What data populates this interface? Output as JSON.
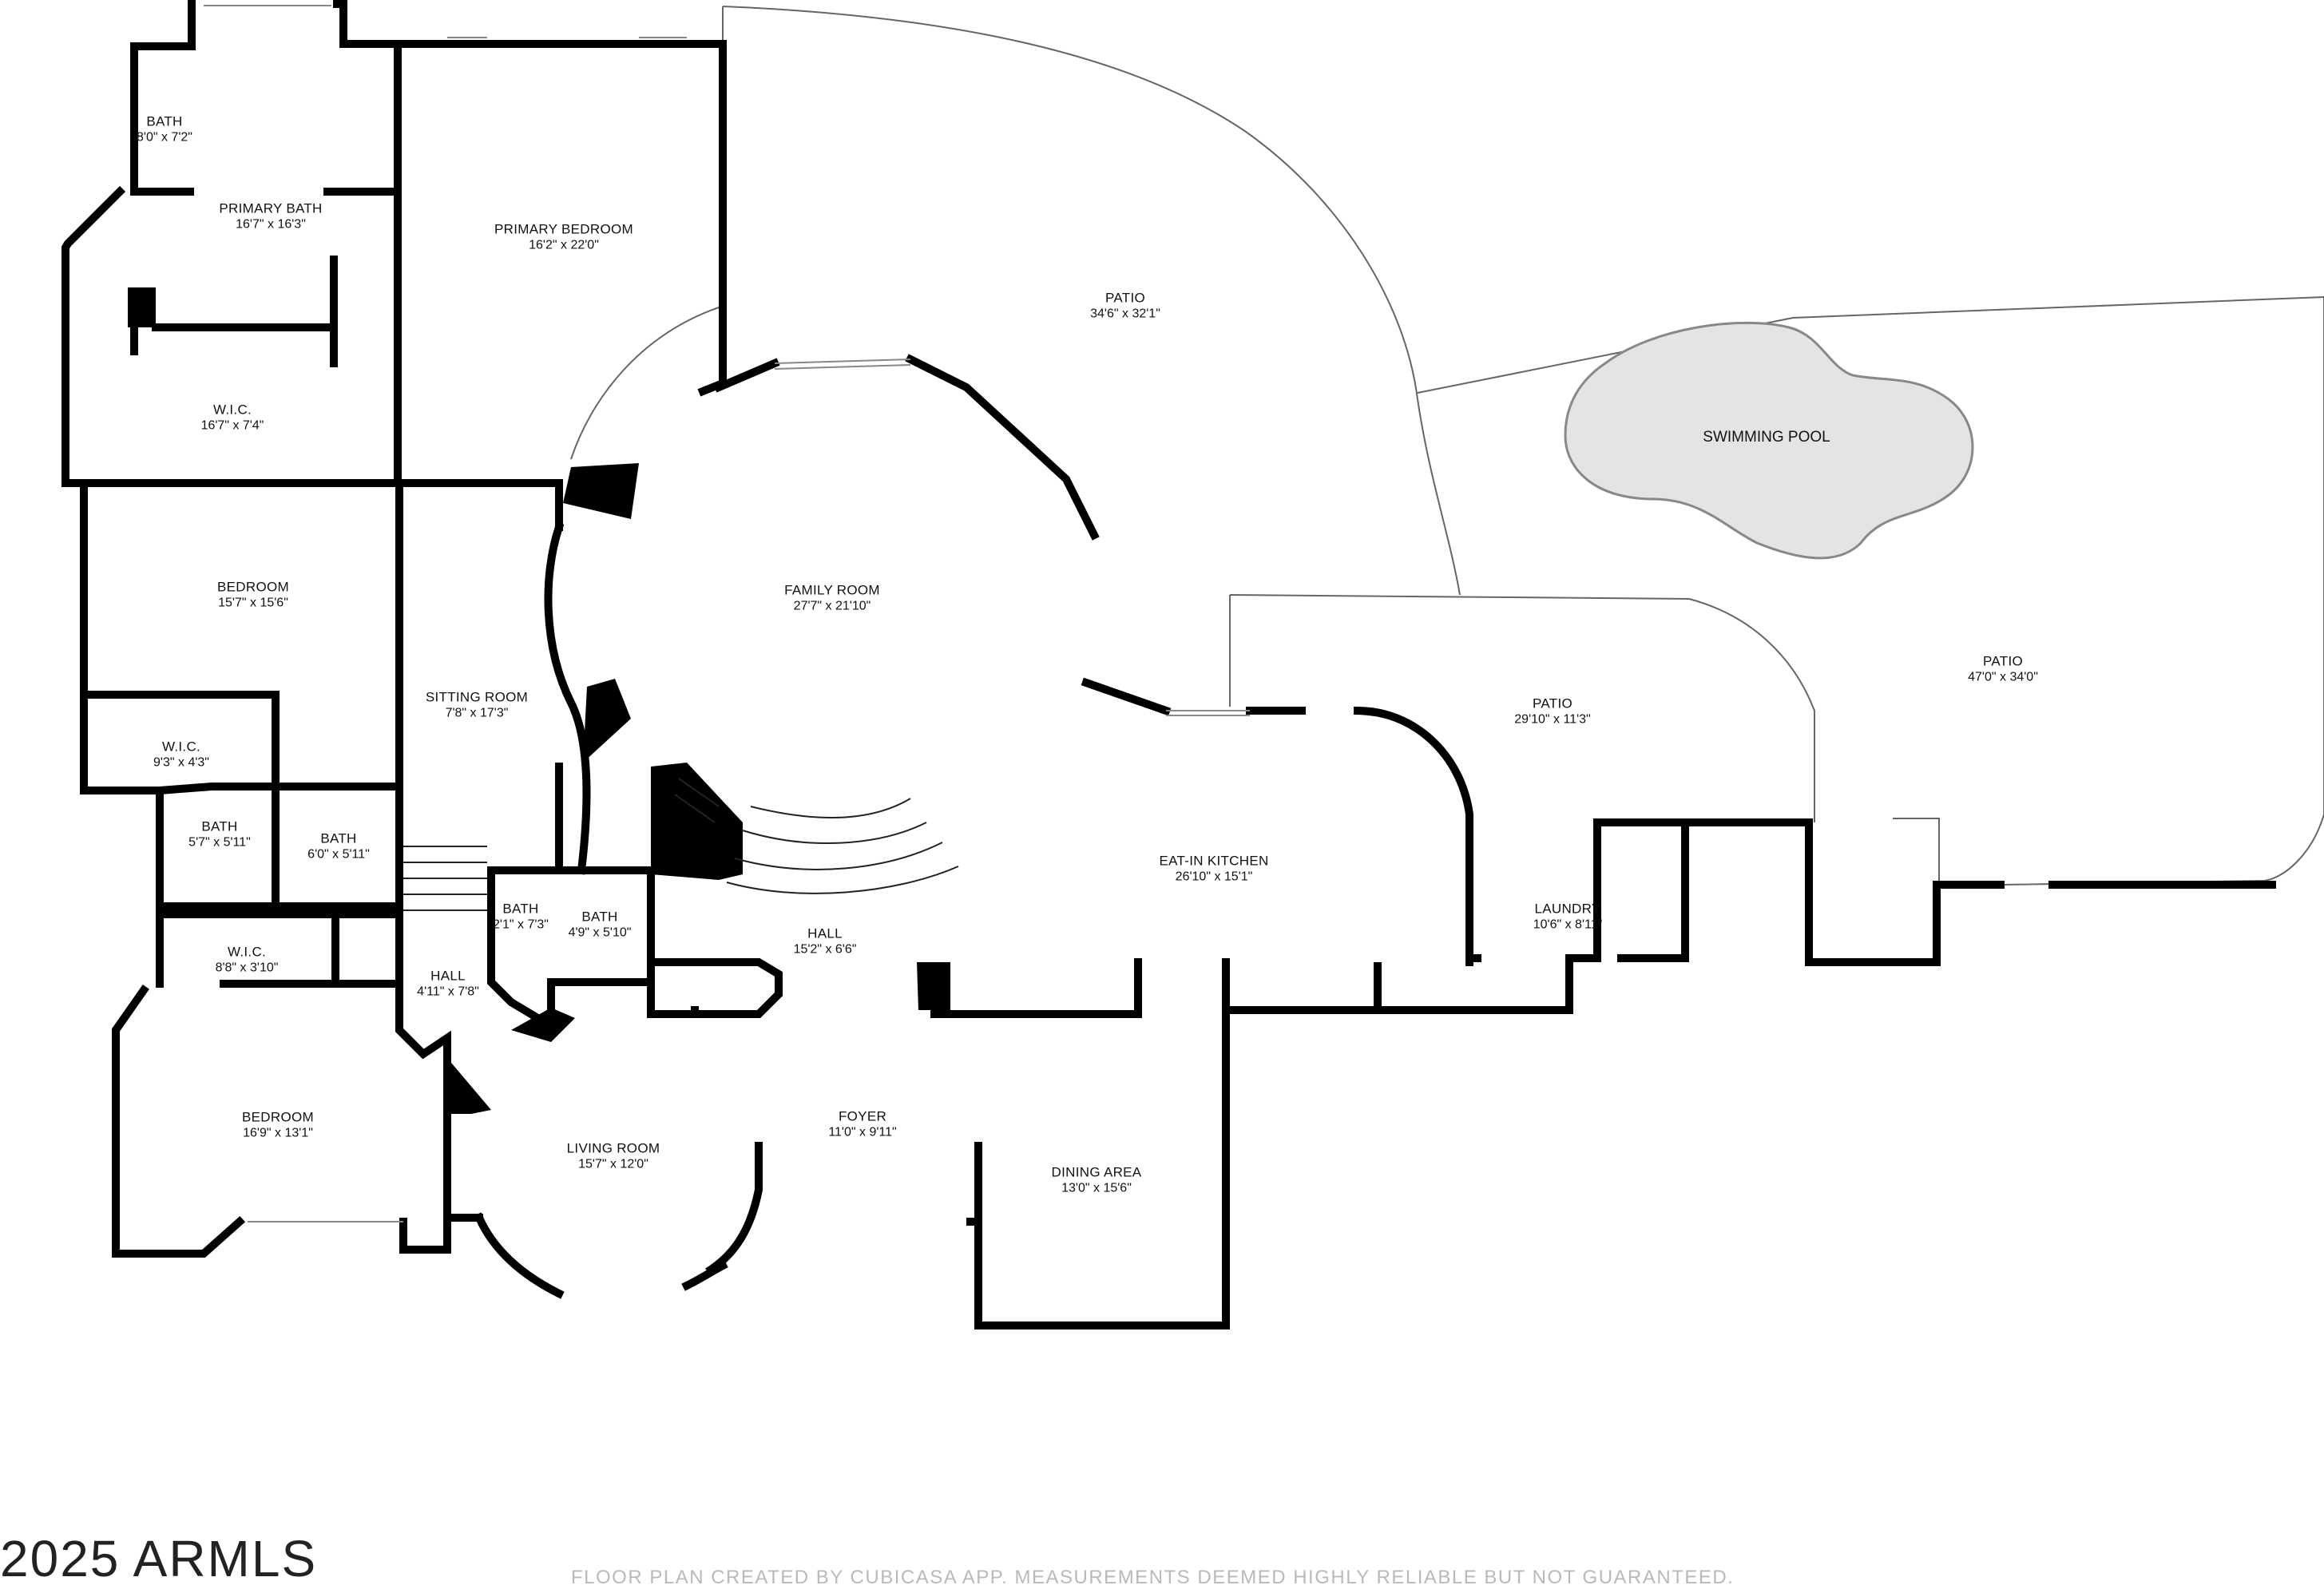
{
  "rooms": [
    {
      "id": "bath-a",
      "name": "BATH",
      "dims": "8'0\" x 7'2\""
    },
    {
      "id": "primary-bath",
      "name": "PRIMARY BATH",
      "dims": "16'7\" x 16'3\""
    },
    {
      "id": "primary-bedroom",
      "name": "PRIMARY BEDROOM",
      "dims": "16'2\" x 22'0\""
    },
    {
      "id": "wic-a",
      "name": "W.I.C.",
      "dims": "16'7\" x 7'4\""
    },
    {
      "id": "patio-a",
      "name": "PATIO",
      "dims": "34'6\" x 32'1\""
    },
    {
      "id": "family-room",
      "name": "FAMILY ROOM",
      "dims": "27'7\" x 21'10\""
    },
    {
      "id": "bedroom-a",
      "name": "BEDROOM",
      "dims": "15'7\" x 15'6\""
    },
    {
      "id": "sitting-room",
      "name": "SITTING ROOM",
      "dims": "7'8\" x 17'3\""
    },
    {
      "id": "wic-b",
      "name": "W.I.C.",
      "dims": "9'3\" x 4'3\""
    },
    {
      "id": "bath-b",
      "name": "BATH",
      "dims": "5'7\" x 5'11\""
    },
    {
      "id": "bath-c",
      "name": "BATH",
      "dims": "6'0\" x 5'11\""
    },
    {
      "id": "wic-c",
      "name": "W.I.C.",
      "dims": "8'8\" x 3'10\""
    },
    {
      "id": "bath-d",
      "name": "BATH",
      "dims": "2'1\" x 7'3\""
    },
    {
      "id": "bath-e",
      "name": "BATH",
      "dims": "4'9\" x 5'10\""
    },
    {
      "id": "hall-a",
      "name": "HALL",
      "dims": "15'2\" x 6'6\""
    },
    {
      "id": "hall-b",
      "name": "HALL",
      "dims": "4'11\" x 7'8\""
    },
    {
      "id": "bedroom-b",
      "name": "BEDROOM",
      "dims": "16'9\" x 13'1\""
    },
    {
      "id": "living-room",
      "name": "LIVING ROOM",
      "dims": "15'7\" x 12'0\""
    },
    {
      "id": "foyer",
      "name": "FOYER",
      "dims": "11'0\" x 9'11\""
    },
    {
      "id": "dining-area",
      "name": "DINING AREA",
      "dims": "13'0\" x 15'6\""
    },
    {
      "id": "eat-in-kitchen",
      "name": "EAT-IN KITCHEN",
      "dims": "26'10\" x 15'1\""
    },
    {
      "id": "patio-b",
      "name": "PATIO",
      "dims": "29'10\" x 11'3\""
    },
    {
      "id": "laundry",
      "name": "LAUNDRY",
      "dims": "10'6\" x 8'11\""
    },
    {
      "id": "patio-c",
      "name": "PATIO",
      "dims": "47'0\" x 34'0\""
    }
  ],
  "pool": {
    "name": "SWIMMING POOL"
  },
  "watermark": "2025 ARMLS",
  "footer": "FLOOR PLAN CREATED BY CUBICASA APP. MEASUREMENTS DEEMED HIGHLY RELIABLE BUT NOT GUARANTEED.",
  "colors": {
    "wall": "#000000",
    "outline": "#555555",
    "pool_fill": "#e4e4e4",
    "footer_text": "#b9b9b9"
  }
}
